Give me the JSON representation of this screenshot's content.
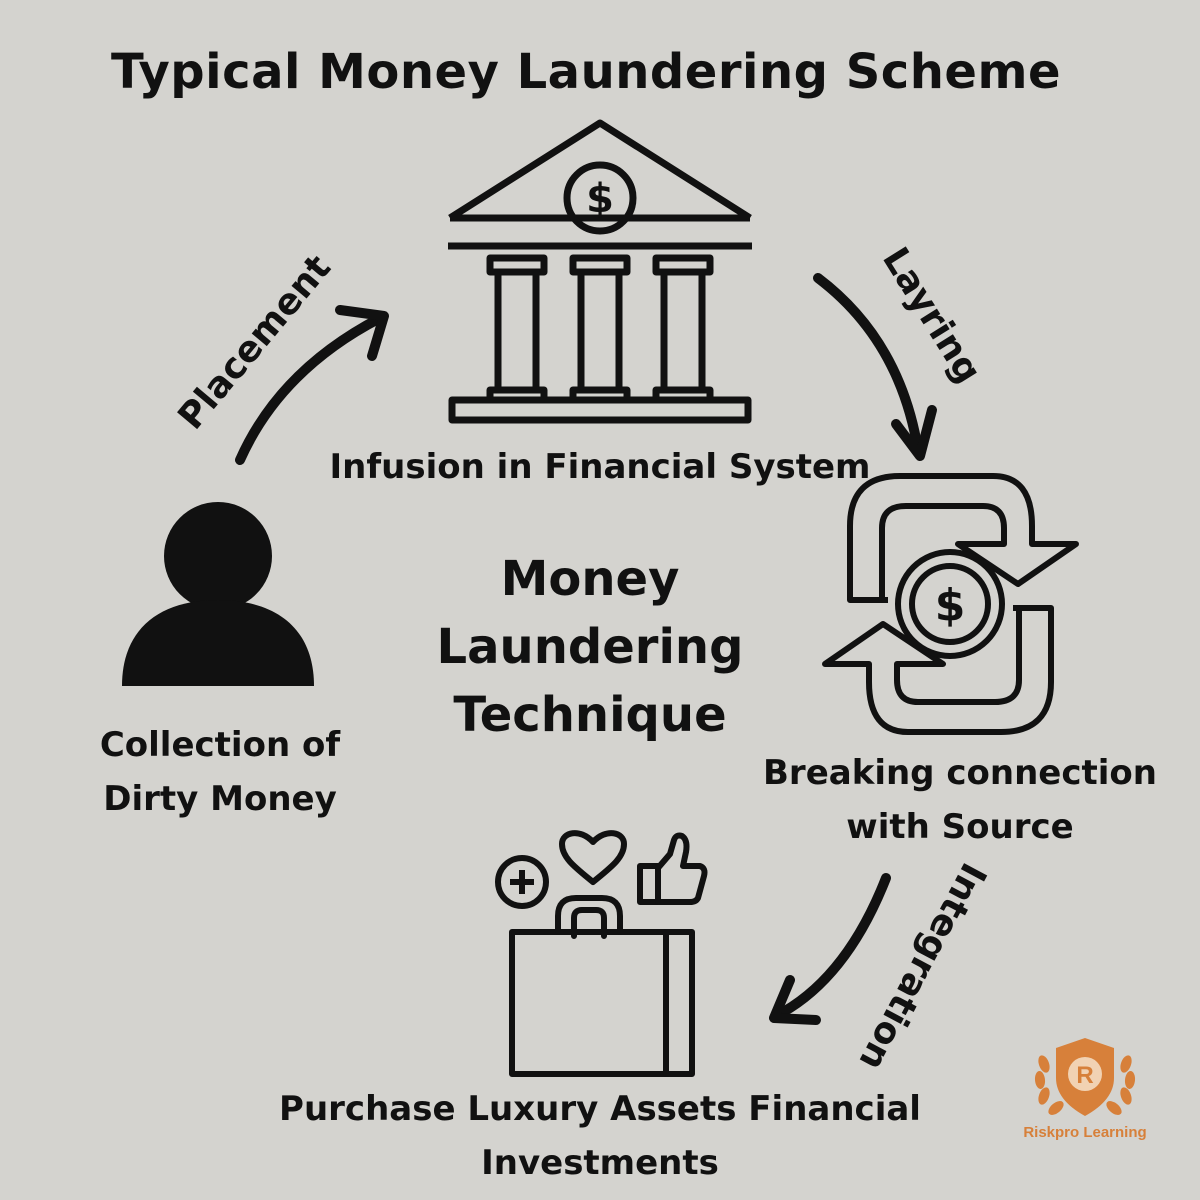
{
  "title": "Typical Money Laundering Scheme",
  "center": {
    "line1": "Money",
    "line2": "Laundering",
    "line3": "Technique"
  },
  "nodes": {
    "bank": {
      "label": "Infusion in Financial System",
      "icon": "bank-icon"
    },
    "person": {
      "line1": "Collection of",
      "line2": "Dirty Money",
      "icon": "person-icon"
    },
    "cycle": {
      "line1": "Breaking connection",
      "line2": "with Source",
      "icon": "cycle-dollar-icon"
    },
    "shopping": {
      "line1": "Purchase Luxury Assets Financial",
      "line2": "Investments",
      "icon": "shopping-bag-icon"
    }
  },
  "stages": {
    "placement": "Placement",
    "layering": "Layring",
    "integration": "Integration"
  },
  "brand": {
    "letter": "R",
    "name": "Riskpro Learning",
    "color": "#d7803a"
  },
  "colors": {
    "background": "#d4d3cf",
    "ink": "#111111",
    "accent": "#d7803a"
  }
}
